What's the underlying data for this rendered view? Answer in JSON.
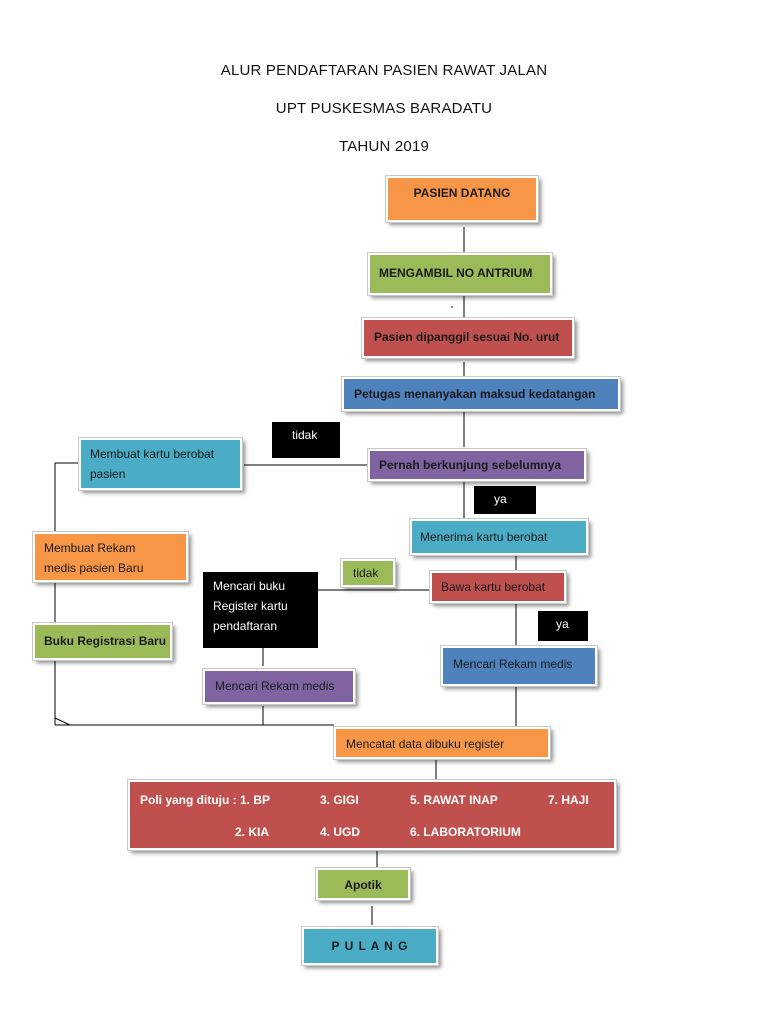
{
  "header": {
    "line1": "ALUR PENDAFTARAN PASIEN RAWAT JALAN",
    "line2": "UPT PUSKESMAS BARADATU",
    "line3": "TAHUN 2019"
  },
  "steps": {
    "pasien_datang": "PASIEN DATANG",
    "mengambil_no": "MENGAMBIL NO ANTRIUM",
    "dipanggil": "Pasien dipanggil sesuai No. urut",
    "petugas": "Petugas menanyakan maksud kedatangan",
    "pernah": "Pernah berkunjung sebelumnya",
    "menerima_kartu": "Menerima kartu  berobat",
    "bawa_kartu": "Bawa kartu berobat",
    "mencari_rekam_kanan": "Mencari  Rekam medis",
    "mencari_buku": "Mencari buku Register kartu pendaftaran",
    "mencari_rekam_kiri": "Mencari Rekam medis",
    "membuat_kartu": "Membuat kartu berobat pasien",
    "membuat_rekam": "Membuat Rekam medis pasien Baru",
    "buku_registrasi": "Buku Registrasi Baru",
    "mencatat": "Mencatat data dibuku register",
    "apotik": "Apotik",
    "pulang": "P U L A N G"
  },
  "labels": {
    "tidak_1": "tidak",
    "ya_1": "ya",
    "tidak_2": "tidak",
    "ya_2": "ya"
  },
  "poli": {
    "prefix": "Poli yang dituju : 1. BP",
    "item_3": "3. GIGI",
    "item_5": "5. RAWAT INAP",
    "item_7": "7. HAJI",
    "item_2": "2. KIA",
    "item_4": "4. UGD",
    "item_6": "6. LABORATORIUM"
  },
  "colors": {
    "orange": "#f79646",
    "green": "#9bbb59",
    "red": "#c0504d",
    "blue": "#4f81bd",
    "purple": "#8064a2",
    "teal": "#4bacc6",
    "black": "#000000"
  }
}
